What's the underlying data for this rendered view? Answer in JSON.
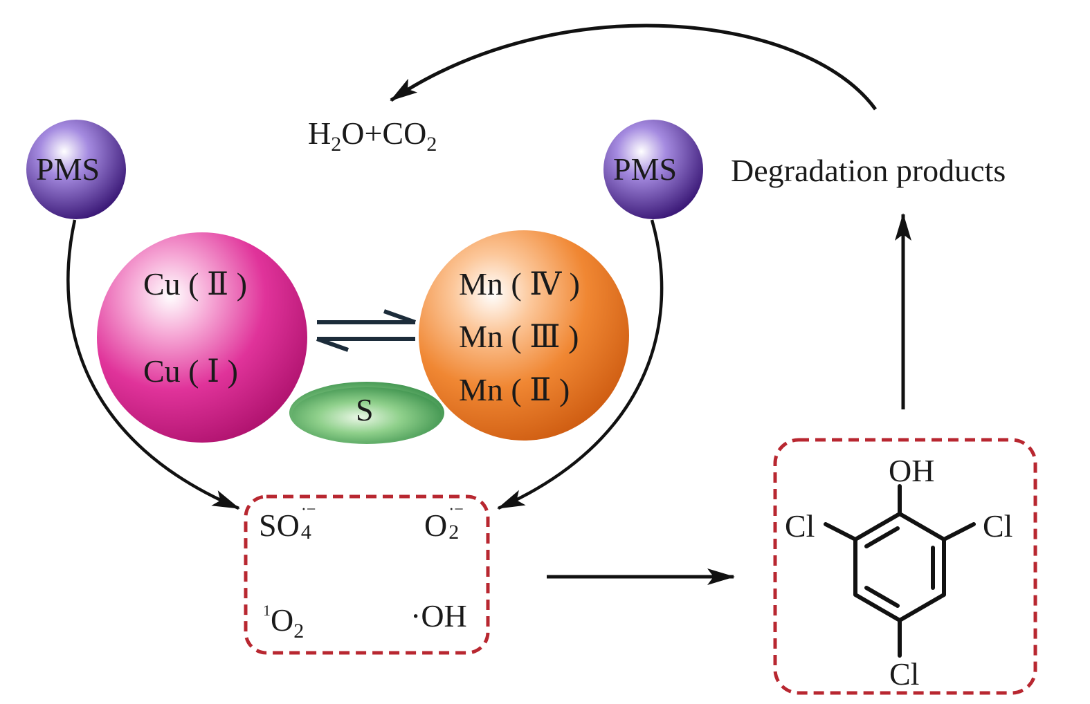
{
  "oxidant_left": "PMS",
  "oxidant_right": "PMS",
  "final_products": {
    "part1": "H",
    "sub1": "2",
    "part2": "O+CO",
    "sub2": "2"
  },
  "degradation_label": "Degradation products",
  "copper_states": [
    "Cu ( Ⅱ )",
    "Cu ( Ⅰ )"
  ],
  "manganese_states": [
    "Mn ( Ⅳ )",
    "Mn ( Ⅲ )",
    "Mn ( Ⅱ )"
  ],
  "sulfur_label": "S",
  "radicals": {
    "sulfate": {
      "base": "SO",
      "sub": "4",
      "sup": "·−"
    },
    "superoxide": {
      "base": "O",
      "sub": "2",
      "sup": "·−"
    },
    "singlet_oxygen": {
      "pre": "1",
      "base": "O",
      "sub": "2"
    },
    "hydroxyl": "·OH"
  },
  "pollutant_labels": {
    "top": "OH",
    "left": "Cl",
    "right": "Cl",
    "bottom": "Cl"
  },
  "colors": {
    "pms_sphere": "#5a2d9a",
    "copper_sphere": "#d81f8a",
    "manganese_sphere": "#ee7a22",
    "sulfur_ellipse": "#2e9a48",
    "dashed_box": "#b82730",
    "arrows": "#111111"
  }
}
